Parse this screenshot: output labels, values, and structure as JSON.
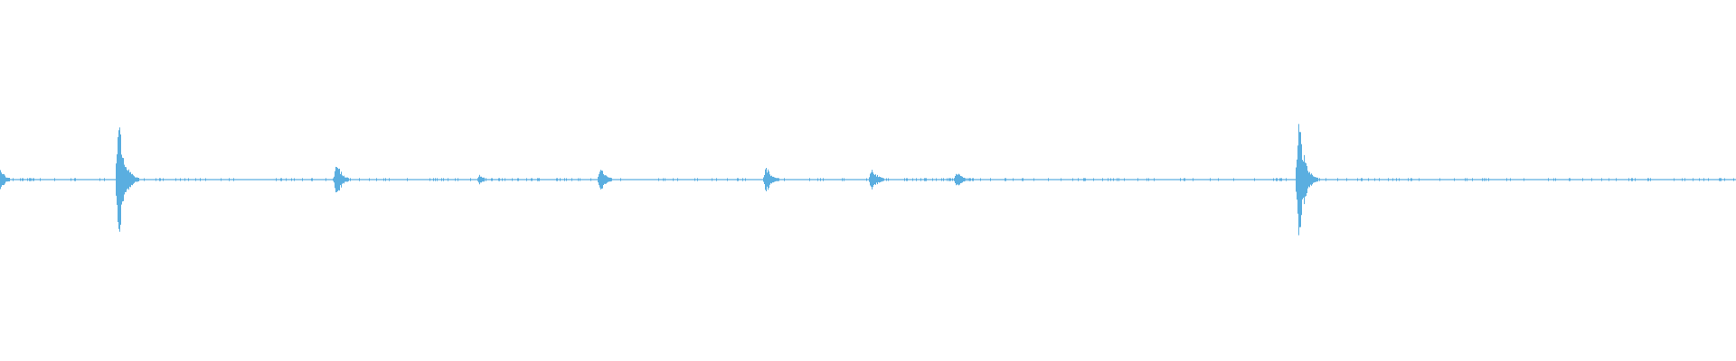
{
  "waveform": {
    "color": "#5aaee0",
    "background": "#ffffff",
    "peaks": [
      {
        "time": 0.0,
        "amplitude": 0.06
      },
      {
        "time": 0.068,
        "amplitude": 0.4
      },
      {
        "time": 0.194,
        "amplitude": 0.1
      },
      {
        "time": 0.276,
        "amplitude": 0.03
      },
      {
        "time": 0.346,
        "amplitude": 0.07
      },
      {
        "time": 0.441,
        "amplitude": 0.08
      },
      {
        "time": 0.502,
        "amplitude": 0.07
      },
      {
        "time": 0.551,
        "amplitude": 0.05
      },
      {
        "time": 0.748,
        "amplitude": 0.37
      },
      {
        "time": 0.877,
        "amplitude": 0.01
      }
    ]
  }
}
